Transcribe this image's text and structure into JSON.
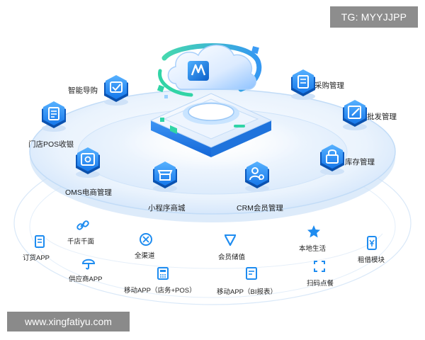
{
  "watermark": {
    "tg": "TG: MYYJJPP",
    "site": "www.xingfatiyu.com"
  },
  "colors": {
    "primary": "#1e8cf0",
    "primary_dark": "#0b5fc9",
    "accent_green": "#31d4a6",
    "disc_light": "#e6f1fd",
    "label_text": "#222222"
  },
  "center": {
    "logo_icon": "cloud-logo-icon"
  },
  "inner_modules": [
    {
      "id": "smart-guide",
      "label": "智能导购",
      "icon": "smart-guide-icon"
    },
    {
      "id": "pos",
      "label": "门店POS收银",
      "icon": "pos-terminal-icon"
    },
    {
      "id": "oms",
      "label": "OMS电商管理",
      "icon": "safe-box-icon"
    },
    {
      "id": "mini-program",
      "label": "小程序商城",
      "icon": "shop-icon"
    },
    {
      "id": "crm",
      "label": "CRM会员管理",
      "icon": "member-gear-icon"
    },
    {
      "id": "purchase",
      "label": "采购管理",
      "icon": "purchase-doc-icon"
    },
    {
      "id": "wholesale",
      "label": "批发管理",
      "icon": "wholesale-pen-icon"
    },
    {
      "id": "inventory",
      "label": "库存管理",
      "icon": "inventory-lock-icon"
    }
  ],
  "outer_modules": [
    {
      "id": "thousand-stores",
      "label": "千店千面",
      "icon": "link-icon"
    },
    {
      "id": "ordering-app",
      "label": "订货APP",
      "icon": "clipboard-icon"
    },
    {
      "id": "omni-channel",
      "label": "全渠道",
      "icon": "omni-channel-icon"
    },
    {
      "id": "supplier-app",
      "label": "供应商APP",
      "icon": "umbrella-icon"
    },
    {
      "id": "member-stored-value",
      "label": "会员储值",
      "icon": "heart-check-icon"
    },
    {
      "id": "mobile-app-store",
      "label": "移动APP（店务+POS）",
      "icon": "calculator-icon"
    },
    {
      "id": "mobile-app-bi",
      "label": "移动APP（BI报表）",
      "icon": "report-icon"
    },
    {
      "id": "local-life",
      "label": "本地生活",
      "icon": "star-icon"
    },
    {
      "id": "scan-order",
      "label": "扫码点餐",
      "icon": "scan-icon"
    },
    {
      "id": "rental",
      "label": "租借模块",
      "icon": "yen-phone-icon"
    }
  ]
}
